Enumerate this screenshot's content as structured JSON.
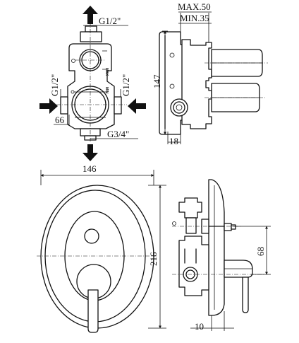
{
  "labels": {
    "g_top": "G1/2\"",
    "g_left": "G1/2\"",
    "g_right": "G1/2\"",
    "g_bottom": "G3/4\"",
    "dim_66": "66",
    "max": "MAX.50",
    "min": "MIN.35",
    "dim_147": "147",
    "dim_18": "18",
    "dim_146": "146",
    "dim_216": "216",
    "dim_68": "68",
    "dim_10": "10",
    "mark_max": "MAX",
    "mark_min": "MIN"
  }
}
